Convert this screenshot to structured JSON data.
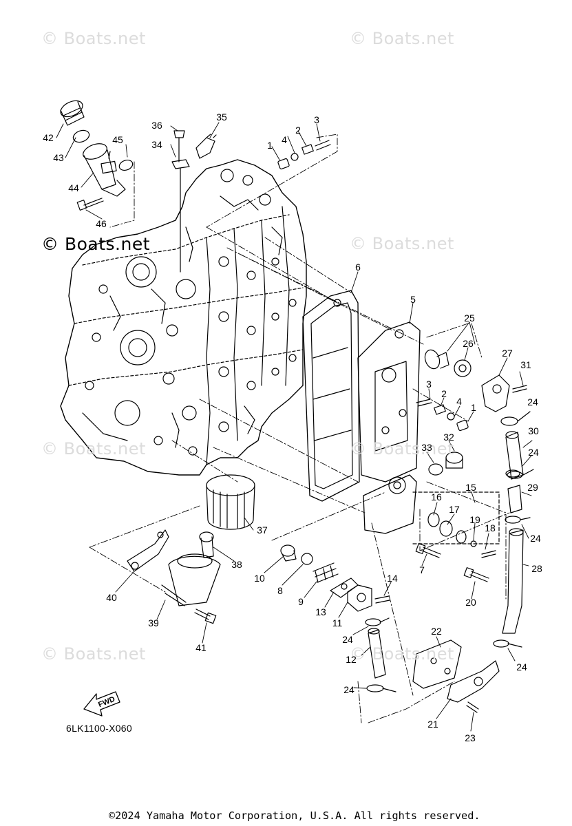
{
  "watermark": {
    "text": "© Boats.net"
  },
  "diagram": {
    "code": "6LK1100-X060",
    "fwd_label": "FWD",
    "callouts": [
      "1",
      "2",
      "3",
      "4",
      "5",
      "6",
      "7",
      "8",
      "9",
      "10",
      "11",
      "12",
      "13",
      "14",
      "15",
      "16",
      "17",
      "18",
      "19",
      "20",
      "21",
      "22",
      "23",
      "24",
      "25",
      "26",
      "27",
      "28",
      "29",
      "30",
      "31",
      "32",
      "33",
      "34",
      "35",
      "36",
      "37",
      "38",
      "39",
      "40",
      "41",
      "42",
      "43",
      "44",
      "45",
      "46"
    ]
  },
  "footer": {
    "copyright": "©2024 Yamaha Motor Corporation, U.S.A. All rights reserved."
  },
  "colors": {
    "line": "#000000",
    "watermark": "#dcdcdc",
    "background": "#ffffff"
  }
}
